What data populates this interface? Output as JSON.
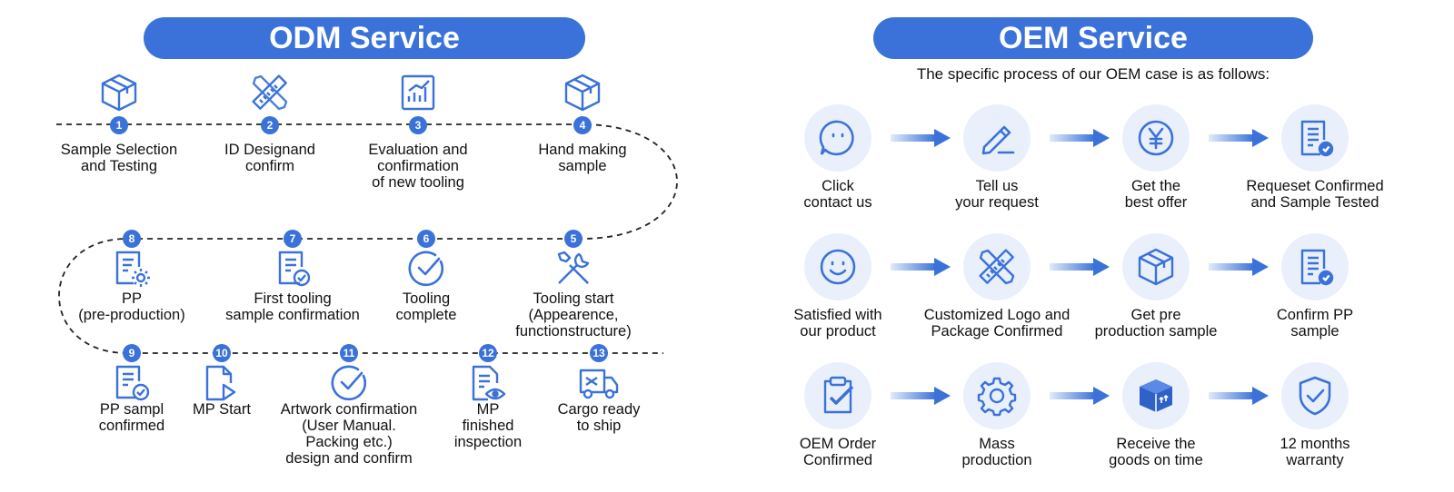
{
  "odm": {
    "title": "ODM Service",
    "steps": [
      {
        "num": "1",
        "label": "Sample Selection\nand Testing",
        "icon": "box-icon"
      },
      {
        "num": "2",
        "label": "ID Designand\nconfirm",
        "icon": "ruler-pencil-icon"
      },
      {
        "num": "3",
        "label": "Evaluation and\nconfirmation\nof new tooling",
        "icon": "chart-document-icon"
      },
      {
        "num": "4",
        "label": "Hand making\nsample",
        "icon": "box-icon"
      },
      {
        "num": "5",
        "label": "Tooling start\n(Appearence,\nfunctionstructure)",
        "icon": "tools-icon"
      },
      {
        "num": "6",
        "label": "Tooling\ncomplete",
        "icon": "check-circle-icon"
      },
      {
        "num": "7",
        "label": "First tooling\nsample confirmation",
        "icon": "document-check-icon"
      },
      {
        "num": "8",
        "label": "PP\n(pre-production)",
        "icon": "document-gear-icon"
      },
      {
        "num": "9",
        "label": "PP sampl\nconfirmed",
        "icon": "document-check-icon"
      },
      {
        "num": "10",
        "label": "MP Start",
        "icon": "document-play-icon"
      },
      {
        "num": "11",
        "label": "Artwork confirmation\n(User Manual.\nPacking etc.)\ndesign and confirm",
        "icon": "check-circle-icon"
      },
      {
        "num": "12",
        "label": "MP\nfinished\ninspection",
        "icon": "document-eye-icon"
      },
      {
        "num": "13",
        "label": "Cargo ready\nto ship",
        "icon": "truck-icon"
      }
    ]
  },
  "oem": {
    "title": "OEM Service",
    "subtitle": "The specific process of our OEM case is as follows:",
    "steps": [
      {
        "label": "Click\ncontact us",
        "icon": "chat-face-icon"
      },
      {
        "label": "Tell us\nyour request",
        "icon": "pencil-icon"
      },
      {
        "label": "Get the\nbest offer",
        "icon": "yen-icon"
      },
      {
        "label": "Requeset Confirmed\nand Sample Tested",
        "icon": "checklist-icon"
      },
      {
        "label": "Satisfied with\nour product",
        "icon": "smile-icon"
      },
      {
        "label": "Customized Logo and\nPackage Confirmed",
        "icon": "ruler-pencil-icon"
      },
      {
        "label": "Get pre\nproduction sample",
        "icon": "box-icon"
      },
      {
        "label": "Confirm PP\nsample",
        "icon": "checklist-icon"
      },
      {
        "label": "OEM Order\nConfirmed",
        "icon": "clipboard-check-icon"
      },
      {
        "label": "Mass\nproduction",
        "icon": "gear-icon"
      },
      {
        "label": "Receive the\ngoods on time",
        "icon": "package-icon"
      },
      {
        "label": "12 months\nwarranty",
        "icon": "shield-check-icon"
      }
    ]
  },
  "colors": {
    "accent": "#3a72d9",
    "circle": "#e9f0fb",
    "path": "#222222"
  }
}
